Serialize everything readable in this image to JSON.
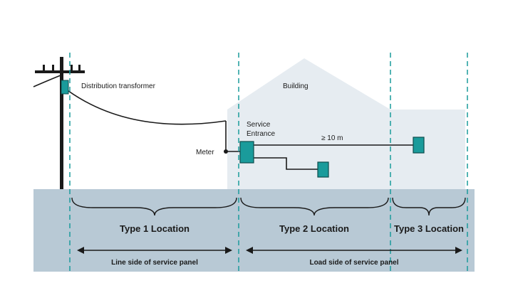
{
  "labels": {
    "distribution_transformer": "Distribution transformer",
    "building": "Building",
    "service_entrance_line1": "Service",
    "service_entrance_line2": "Entrance",
    "meter": "Meter",
    "distance": "≥ 10 m"
  },
  "locations": [
    {
      "label": "Type 1 Location"
    },
    {
      "label": "Type 2 Location"
    },
    {
      "label": "Type 3 Location"
    }
  ],
  "sides": {
    "line": "Line side of service panel",
    "load": "Load side of service panel"
  },
  "colors": {
    "ground": "#b8c9d5",
    "building": "#e6ecf1",
    "teal": "#1a9b9b",
    "equipment_stroke": "#0d4d4d",
    "line": "#1a1a1a"
  }
}
